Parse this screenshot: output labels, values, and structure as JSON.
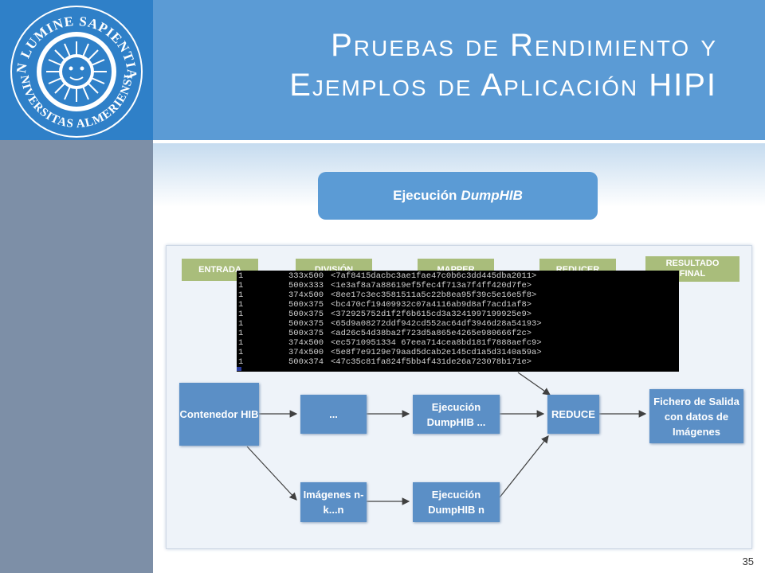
{
  "slide": {
    "title_line1": "Pruebas de Rendimiento y",
    "title_line2": "Ejemplos de Aplicación HIPI",
    "page_number": "35"
  },
  "seal": {
    "top_text": "IN LUMINE SAPIENTIA",
    "bottom_text": "UNIVERSITAS ALMERIENSIS"
  },
  "pill": {
    "label": "Ejecución",
    "label_italic": "DumpHIB"
  },
  "diagram": {
    "stages": [
      "ENTRADA",
      "DIVISIÓN",
      "MAPPER",
      "REDUCER",
      "RESULTADO FINAL"
    ],
    "nodes": {
      "container": "Contenedor HIB",
      "dots": "...",
      "dump_mid": "Ejecución DumpHIB ...",
      "reduce": "REDUCE",
      "output": "Fichero de Salida con datos de Imágenes",
      "images_nk": "Imágenes n-k...n",
      "dump_n": "Ejecución DumpHIB n"
    }
  },
  "console": {
    "rows": [
      {
        "count": "1",
        "size": "333x500",
        "hash": "<7af8415dacbc3ae1fae47c0b6c3dd445dba2011>"
      },
      {
        "count": "1",
        "size": "500x333",
        "hash": "<1e3af8a7a88619ef5fec4f713a7f4ff420d7fe>"
      },
      {
        "count": "1",
        "size": "374x500",
        "hash": "<8ee17c3ec3581511a5c22b8ea95f39c5e16e5f8>"
      },
      {
        "count": "1",
        "size": "500x375",
        "hash": "<bc470cf19409932c07a4116ab9d8af7acd1af8>"
      },
      {
        "count": "1",
        "size": "500x375",
        "hash": "<372925752d1f2f6b615cd3a3241997199925e9>"
      },
      {
        "count": "1",
        "size": "500x375",
        "hash": "<65d9a08272ddf942cd552ac64df3946d28a54193>"
      },
      {
        "count": "1",
        "size": "500x375",
        "hash": "<ad26c54d38ba2f723d5a865e4265e980666f2c>"
      },
      {
        "count": "1",
        "size": "374x500",
        "hash": "<ec5710951334 67eea714cea8bd181f7888aefc9>"
      },
      {
        "count": "1",
        "size": "374x500",
        "hash": "<5e8f7e9129e79aad5dcab2e145cd1a5d3140a59a>"
      },
      {
        "count": "1",
        "size": "500x374",
        "hash": "<47c35c81fa824f5bb4f431de26a723078b171e>"
      }
    ]
  }
}
